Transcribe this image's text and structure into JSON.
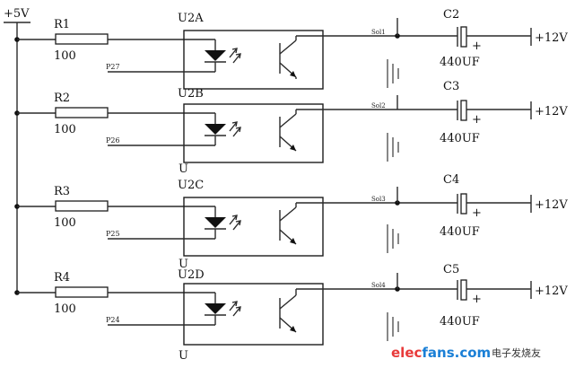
{
  "supply": {
    "label": "+5V"
  },
  "channels": [
    {
      "resistor": "R1",
      "resistor_value": "100",
      "optocoupler": "U2A",
      "input_label": "P27",
      "output_net": "Sol1",
      "capacitor": "C2",
      "capacitor_value": "440UF",
      "rail": "+12V",
      "polarity": "+",
      "footer": ""
    },
    {
      "resistor": "R2",
      "resistor_value": "100",
      "optocoupler": "U2B",
      "input_label": "P26",
      "output_net": "Sol2",
      "capacitor": "C3",
      "capacitor_value": "440UF",
      "rail": "+12V",
      "polarity": "+",
      "footer": "U"
    },
    {
      "resistor": "R3",
      "resistor_value": "100",
      "optocoupler": "U2C",
      "input_label": "P25",
      "output_net": "Sol3",
      "capacitor": "C4",
      "capacitor_value": "440UF",
      "rail": "+12V",
      "polarity": "+",
      "footer": "U"
    },
    {
      "resistor": "R4",
      "resistor_value": "100",
      "optocoupler": "U2D",
      "input_label": "P24",
      "output_net": "Sol4",
      "capacitor": "C5",
      "capacitor_value": "440UF",
      "rail": "+12V",
      "polarity": "+",
      "footer": "U"
    }
  ],
  "watermark": {
    "text": "elecfans.com",
    "subtext": "电子发烧友",
    "colors": [
      "#e83a3a",
      "#1a7fd6"
    ]
  }
}
